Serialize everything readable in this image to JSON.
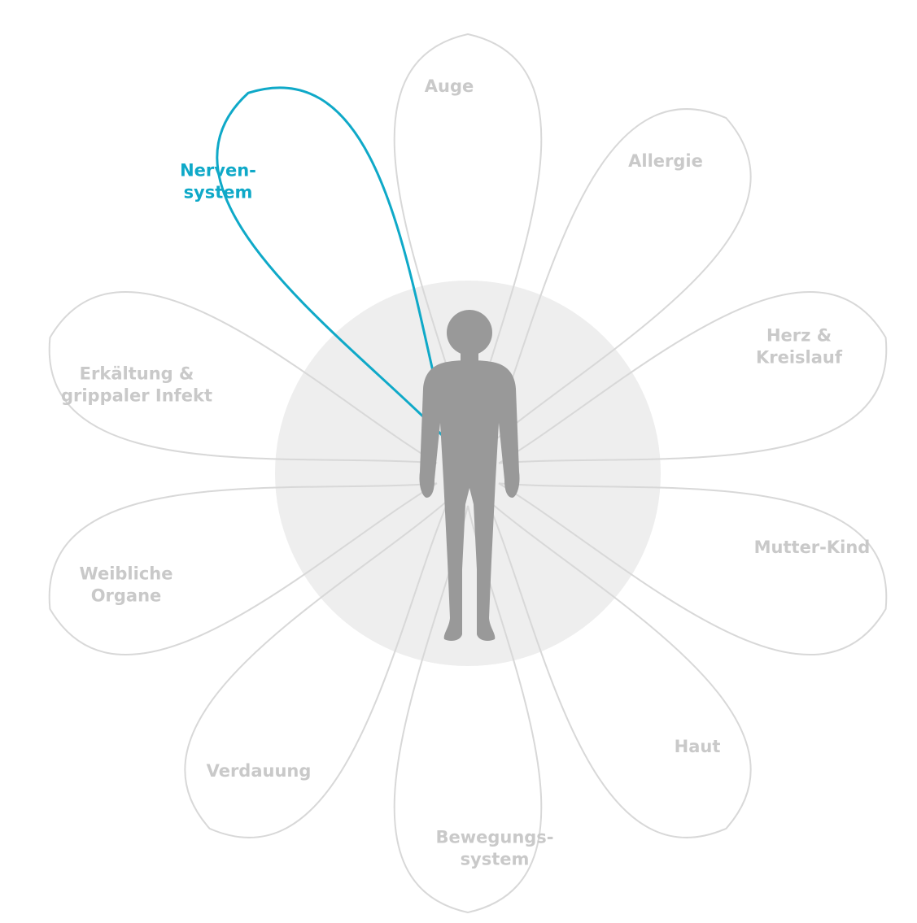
{
  "colors": {
    "petal_stroke": "#d8d8d8",
    "active": "#0fa9c8",
    "label": "#c9c9c9",
    "center_fill": "#eeeeee",
    "figure_fill": "#999999"
  },
  "center_icon": "human-body-silhouette",
  "categories": [
    {
      "id": "auge",
      "lines": [
        "Auge"
      ],
      "active": false
    },
    {
      "id": "allergie",
      "lines": [
        "Allergie"
      ],
      "active": false
    },
    {
      "id": "herz-kreislauf",
      "lines": [
        "Herz &",
        "Kreislauf"
      ],
      "active": false
    },
    {
      "id": "mutter-kind",
      "lines": [
        "Mutter-Kind"
      ],
      "active": false
    },
    {
      "id": "haut",
      "lines": [
        "Haut"
      ],
      "active": false
    },
    {
      "id": "bewegungssystem",
      "lines": [
        "Bewegungs-",
        "system"
      ],
      "active": false
    },
    {
      "id": "verdauung",
      "lines": [
        "Verdauung"
      ],
      "active": false
    },
    {
      "id": "weibliche-organe",
      "lines": [
        "Weibliche",
        "Organe"
      ],
      "active": false
    },
    {
      "id": "erkaeltung",
      "lines": [
        "Erkältung &",
        "grippaler Infekt"
      ],
      "active": false
    },
    {
      "id": "nervensystem",
      "lines": [
        "Nerven-",
        "system"
      ],
      "active": true
    }
  ]
}
